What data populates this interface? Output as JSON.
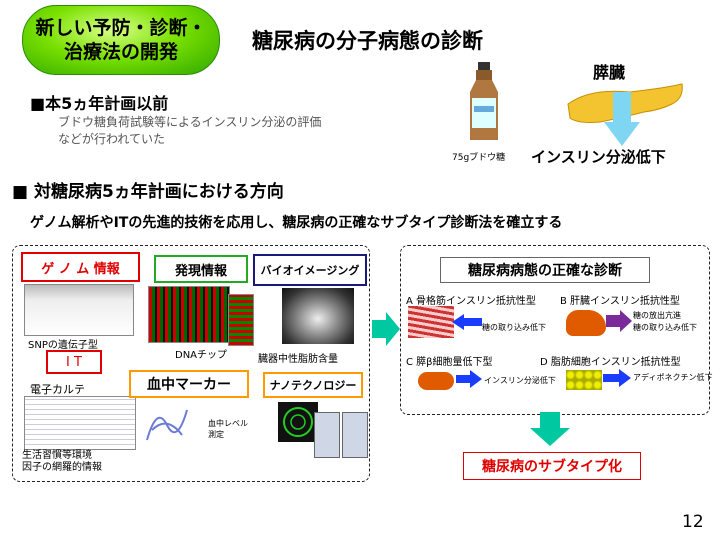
{
  "badge": {
    "text": "新しい予防・診断・\n治療法の開発"
  },
  "title": "糖尿病の分子病態の診断",
  "before": {
    "heading": "■本5ヵ年計画以前",
    "line1": "ブドウ糖負荷試験等によるインスリン分泌の評価",
    "line2": "などが行われていた"
  },
  "bottle_label": "75gブドウ糖",
  "pancreas": {
    "label": "膵臓",
    "caption": "インスリン分泌低下"
  },
  "direction": {
    "heading": "■ 対糖尿病5ヵ年計画における方向",
    "subtitle": "ゲノム解析やITの先進的技術を応用し、糖尿病の正確なサブタイプ診断法を確立する"
  },
  "left": {
    "genome": "ゲ ノ ム 情報",
    "expression": "発現情報",
    "bioimaging": "バイオイメージング",
    "snp": "SNPの遺伝子型",
    "dna_chip": "DNAチップ",
    "visceral_fat": "臓器中性脂肪含量",
    "it": "I T",
    "ehr": "電子カルテ",
    "marker": "血中マーカー",
    "nano": "ナノテクノロジー",
    "blood_level": "血中レベル\n測定",
    "lifestyle": "生活習慣等環境\n因子の網羅的情報"
  },
  "right": {
    "heading": "糖尿病病態の正確な診断",
    "a": "A 骨格筋インスリン抵抗性型",
    "b": "B 肝臓インスリン抵抗性型",
    "c": "C 膵β細胞量低下型",
    "d": "D 脂肪細胞インスリン抵抗性型",
    "a_note": "糖の取り込み低下",
    "b_note": "糖の放出亢進\n糖の取り込み低下",
    "c_note": "インスリン分泌低下",
    "d_note": "アディポネクチン低下"
  },
  "result": "糖尿病のサブタイプ化",
  "page_number": "12",
  "colors": {
    "badge": "#66dd00",
    "red": "#e00000",
    "green": "#22aa22",
    "navy": "#1a1a7a",
    "orange": "#ff9900",
    "teal": "#00c8a0",
    "purple": "#7a2a99",
    "arrow_blue": "#1a3cff"
  }
}
